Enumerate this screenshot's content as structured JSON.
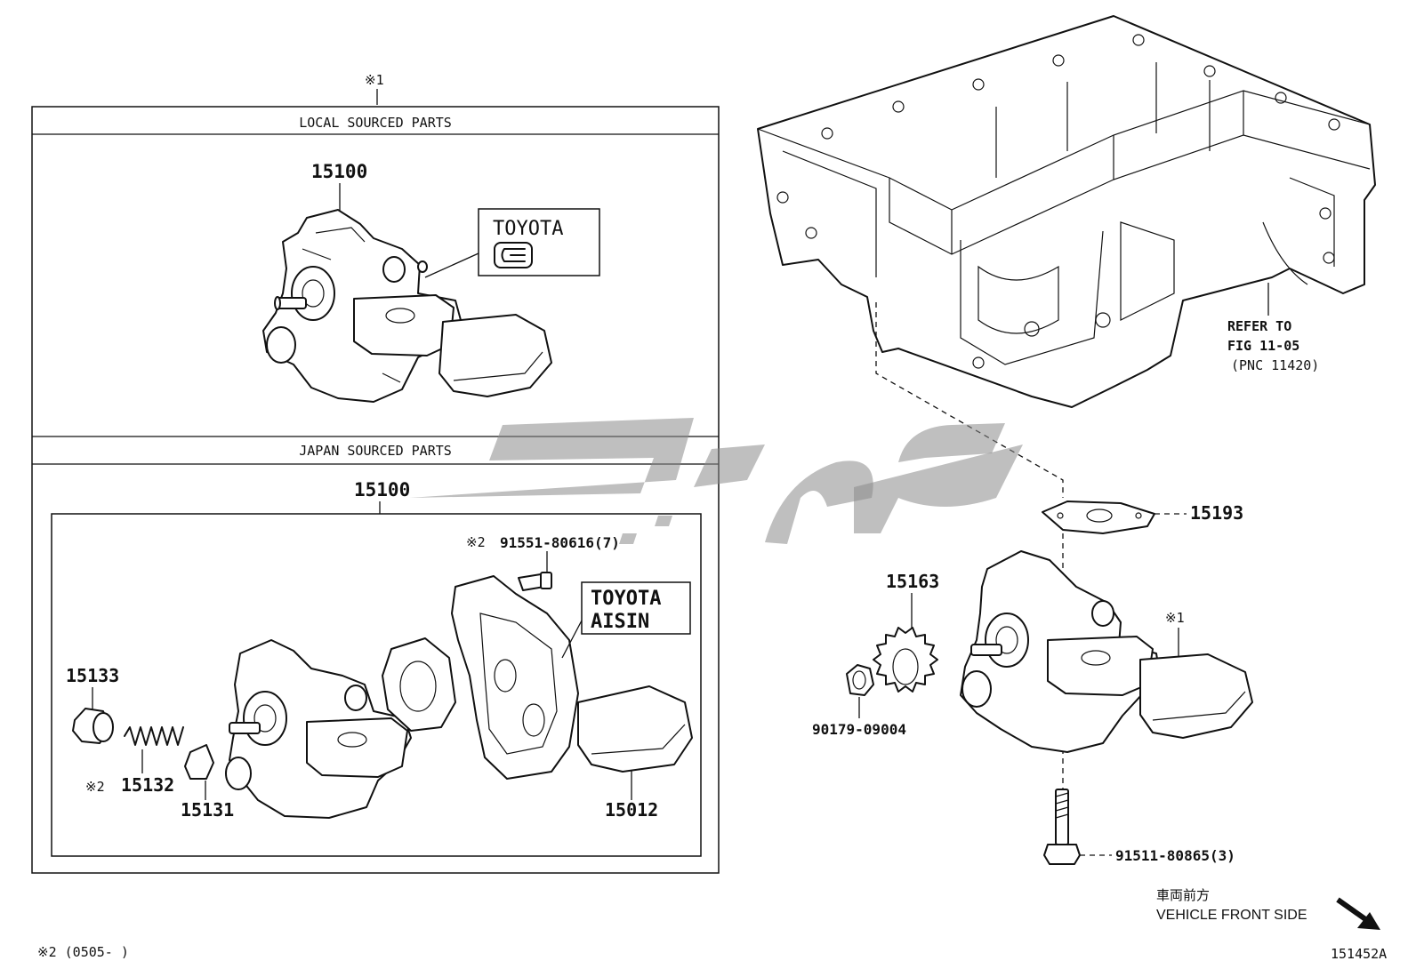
{
  "header_mark": "※1",
  "box_local": {
    "title": "LOCAL SOURCED PARTS",
    "part": "15100",
    "brand_top": "TOYOTA",
    "brand_logo_icon": "toyota-logo-icon"
  },
  "box_japan": {
    "title": "JAPAN SOURCED PARTS",
    "part": "15100",
    "brand_top": "TOYOTA",
    "brand_bottom": "AISIN"
  },
  "japan_parts": {
    "p15133": "15133",
    "p15132_mark": "※2",
    "p15132": "15132",
    "p15131": "15131",
    "p15012": "15012",
    "bolt_mark": "※2",
    "bolt": "91551-80616(7)"
  },
  "right_parts": {
    "refer_line1": "REFER TO",
    "refer_line2": "FIG 11-05",
    "refer_line3": "(PNC 11420)",
    "p15193": "15193",
    "p15163": "15163",
    "p90179": "90179-09004",
    "mark1": "※1",
    "p91511": "91511-80865(3)"
  },
  "front_jp": "車両前方",
  "front_en": "VEHICLE FRONT SIDE",
  "footnote": "※2 (0505-        )",
  "figure_id": "151452A"
}
